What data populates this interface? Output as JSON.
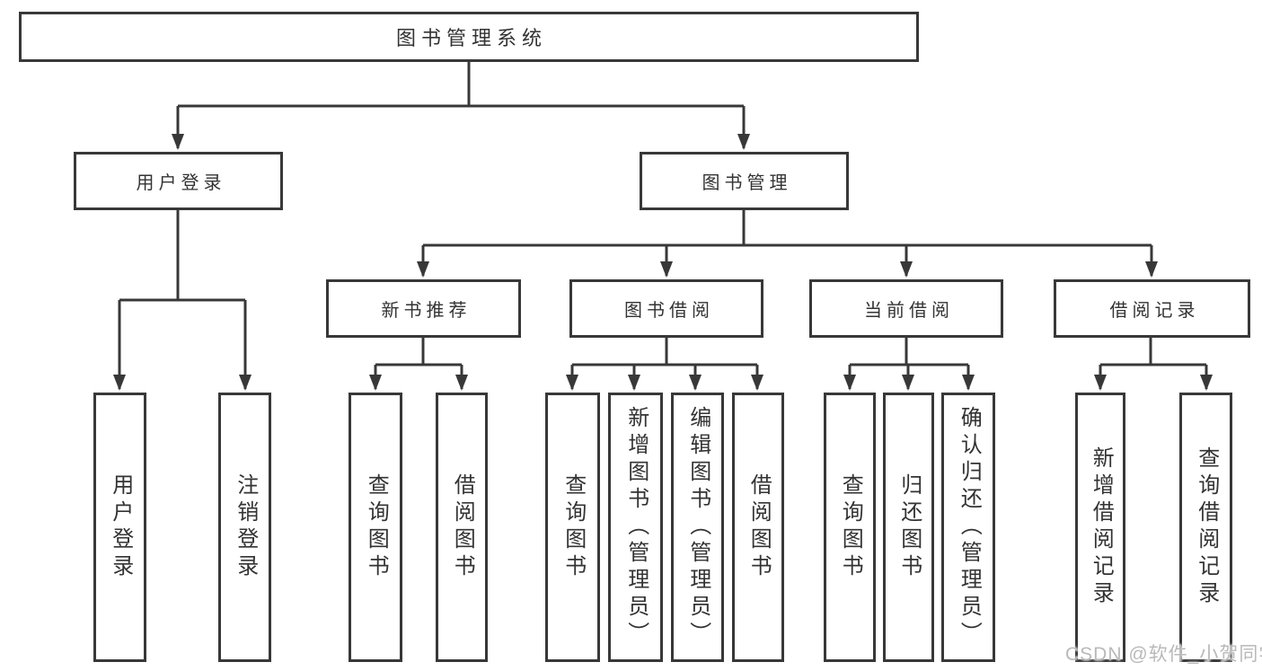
{
  "colors": {
    "line": "#383838",
    "text": "#333333",
    "box_bg": "#ffffff",
    "watermark": "#b9b9b9"
  },
  "watermark": {
    "text": "CSDN @软件_小贺同学"
  },
  "tree": {
    "root": {
      "label": "图书管理系统",
      "children": [
        {
          "label": "用户登录",
          "children": [
            {
              "label": "用户登录"
            },
            {
              "label": "注销登录"
            }
          ]
        },
        {
          "label": "图书管理",
          "children": [
            {
              "label": "新书推荐",
              "children": [
                {
                  "label": "查询图书"
                },
                {
                  "label": "借阅图书"
                }
              ]
            },
            {
              "label": "图书借阅",
              "children": [
                {
                  "label": "查询图书"
                },
                {
                  "label": "新增图书（管理员）"
                },
                {
                  "label": "编辑图书（管理员）"
                },
                {
                  "label": "借阅图书"
                }
              ]
            },
            {
              "label": "当前借阅",
              "children": [
                {
                  "label": "查询图书"
                },
                {
                  "label": "归还图书"
                },
                {
                  "label": "确认归还（管理员）"
                }
              ]
            },
            {
              "label": "借阅记录",
              "children": [
                {
                  "label": "新增借阅记录"
                },
                {
                  "label": "查询借阅记录"
                }
              ]
            }
          ]
        }
      ]
    }
  }
}
